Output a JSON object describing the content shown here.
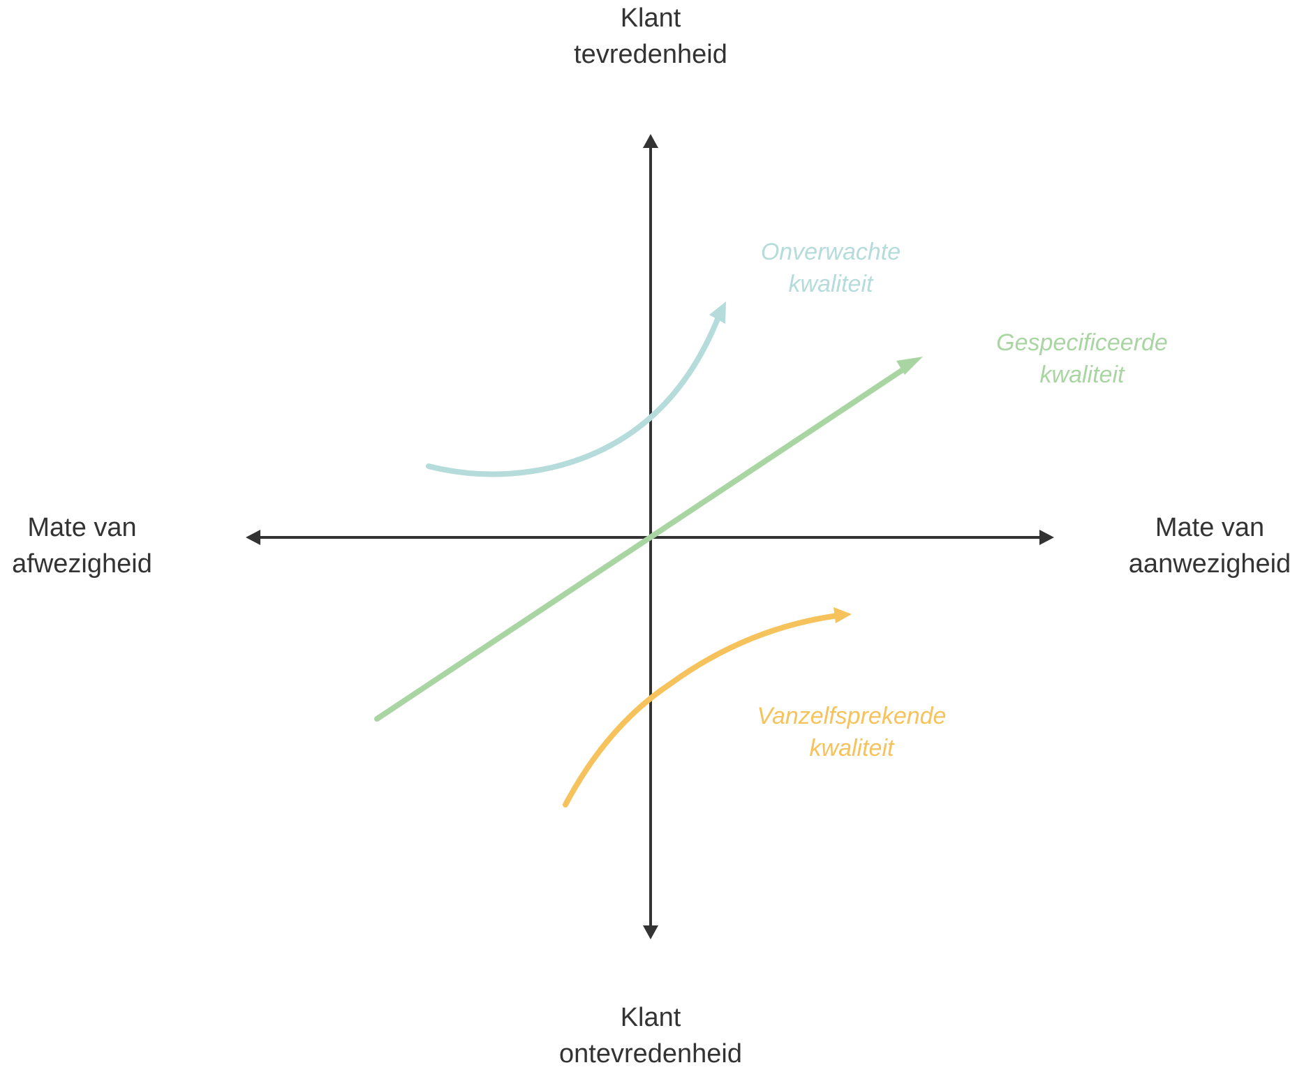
{
  "axes": {
    "top": {
      "line1": "Klant",
      "line2": "tevredenheid"
    },
    "bottom": {
      "line1": "Klant",
      "line2": "ontevredenheid"
    },
    "left": {
      "line1": "Mate van",
      "line2": "afwezigheid"
    },
    "right": {
      "line1": "Mate van",
      "line2": "aanwezigheid"
    }
  },
  "curves": {
    "unexpected": {
      "line1": "Onverwachte",
      "line2": "kwaliteit",
      "color": "#b5dbdb"
    },
    "specified": {
      "line1": "Gespecificeerde",
      "line2": "kwaliteit",
      "color": "#a8d5a2"
    },
    "expected": {
      "line1": "Vanzelfsprekende",
      "line2": "kwaliteit",
      "color": "#f6c25b"
    }
  },
  "colors": {
    "axis": "#333333"
  }
}
